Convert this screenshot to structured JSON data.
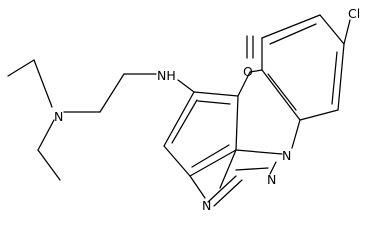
{
  "molecule": {
    "atoms": {
      "chlorine": "Cl",
      "carbonyl_oxygen": "O",
      "amine_nh": "NH",
      "diethylamine_n": "N",
      "triazole_n1": "N",
      "triazole_n2": "N",
      "triazole_n3": "N"
    },
    "colors": {
      "bond": "#000000",
      "label": "#000000",
      "background": "#ffffff"
    }
  }
}
